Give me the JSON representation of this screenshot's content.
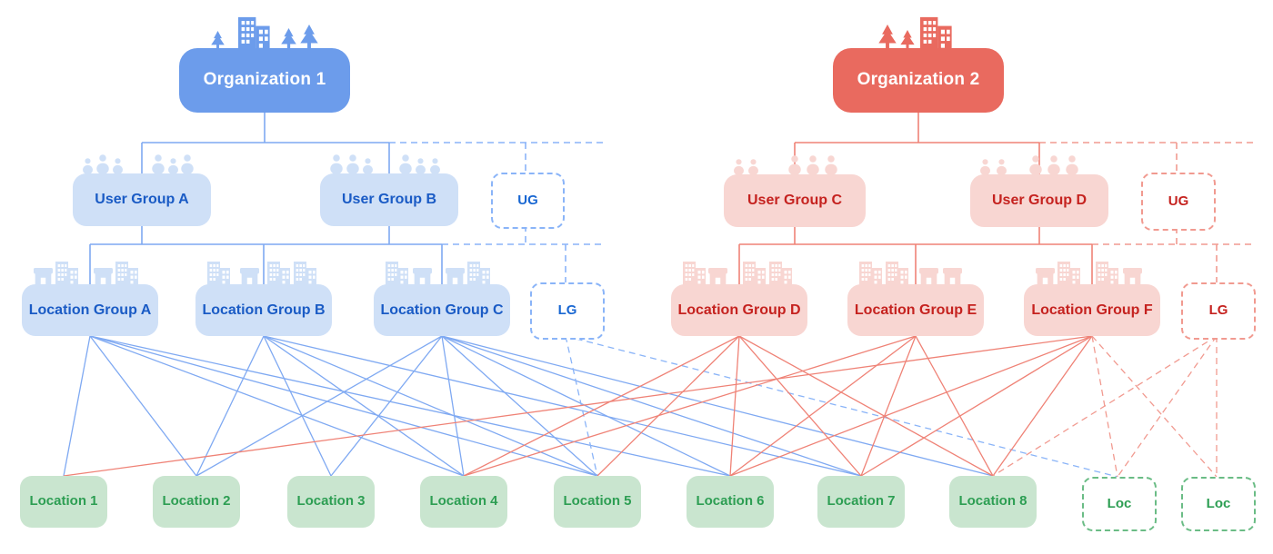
{
  "palette": {
    "org_blue": "#6c9ceb",
    "org_red": "#e96a5f",
    "light_blue_fill": "#cfe0f7",
    "blue_text": "#1a5bc5",
    "light_red_fill": "#f8d6d2",
    "red_text": "#c5221f",
    "green_fill": "#c9e5cf",
    "green_text": "#2d9e53",
    "blue_line": "#7fa9f2",
    "blue_dashed_line": "#8ab4f8",
    "red_line": "#ef8276",
    "red_dashed_line": "#f19a90",
    "green_dashed_border": "#6abc85"
  },
  "icons": {
    "organization": "buildings-and-trees-icon",
    "user_group": "people-group-icon",
    "location_group": "storefront-and-building-icon"
  },
  "organizations": [
    {
      "id": "org_1",
      "label": "Organization 1"
    },
    {
      "id": "org_2",
      "label": "Organization 2"
    }
  ],
  "user_groups": [
    {
      "id": "user_group_a",
      "label": "User Group A",
      "org": "org_1"
    },
    {
      "id": "user_group_b",
      "label": "User Group B",
      "org": "org_1"
    },
    {
      "id": "ug_ghost_blue",
      "label": "UG",
      "org": "org_1",
      "placeholder": true
    },
    {
      "id": "user_group_c",
      "label": "User Group C",
      "org": "org_2"
    },
    {
      "id": "user_group_d",
      "label": "User Group D",
      "org": "org_2"
    },
    {
      "id": "ug_ghost_red",
      "label": "UG",
      "org": "org_2",
      "placeholder": true
    }
  ],
  "location_groups": [
    {
      "id": "location_group_a",
      "label": "Location Group A",
      "org": "org_1"
    },
    {
      "id": "location_group_b",
      "label": "Location Group B",
      "org": "org_1"
    },
    {
      "id": "location_group_c",
      "label": "Location Group C",
      "org": "org_1"
    },
    {
      "id": "lg_ghost_blue",
      "label": "LG",
      "org": "org_1",
      "placeholder": true
    },
    {
      "id": "location_group_d",
      "label": "Location Group D",
      "org": "org_2"
    },
    {
      "id": "location_group_e",
      "label": "Location Group E",
      "org": "org_2"
    },
    {
      "id": "location_group_f",
      "label": "Location Group F",
      "org": "org_2"
    },
    {
      "id": "lg_ghost_red",
      "label": "LG",
      "org": "org_2",
      "placeholder": true
    }
  ],
  "locations": [
    {
      "id": "location_1",
      "label": "Location 1"
    },
    {
      "id": "location_2",
      "label": "Location 2"
    },
    {
      "id": "location_3",
      "label": "Location 3"
    },
    {
      "id": "location_4",
      "label": "Location 4"
    },
    {
      "id": "location_5",
      "label": "Location 5"
    },
    {
      "id": "location_6",
      "label": "Location 6"
    },
    {
      "id": "location_7",
      "label": "Location 7"
    },
    {
      "id": "location_8",
      "label": "Location 8"
    },
    {
      "id": "loc_ghost_1",
      "label": "Loc",
      "placeholder": true
    },
    {
      "id": "loc_ghost_2",
      "label": "Loc",
      "placeholder": true
    }
  ],
  "connections": {
    "blue_solid": [
      [
        "location_group_a",
        "location_1"
      ],
      [
        "location_group_a",
        "location_2"
      ],
      [
        "location_group_a",
        "location_4"
      ],
      [
        "location_group_a",
        "location_5"
      ],
      [
        "location_group_a",
        "location_6"
      ],
      [
        "location_group_b",
        "location_2"
      ],
      [
        "location_group_b",
        "location_3"
      ],
      [
        "location_group_b",
        "location_4"
      ],
      [
        "location_group_b",
        "location_5"
      ],
      [
        "location_group_b",
        "location_7"
      ],
      [
        "location_group_c",
        "location_2"
      ],
      [
        "location_group_c",
        "location_3"
      ],
      [
        "location_group_c",
        "location_4"
      ],
      [
        "location_group_c",
        "location_5"
      ],
      [
        "location_group_c",
        "location_6"
      ],
      [
        "location_group_c",
        "location_7"
      ],
      [
        "location_group_c",
        "location_8"
      ]
    ],
    "blue_dashed": [
      [
        "lg_ghost_blue",
        "location_5"
      ],
      [
        "lg_ghost_blue",
        "loc_ghost_1"
      ]
    ],
    "red_solid": [
      [
        "location_group_d",
        "location_4"
      ],
      [
        "location_group_d",
        "location_5"
      ],
      [
        "location_group_d",
        "location_6"
      ],
      [
        "location_group_d",
        "location_7"
      ],
      [
        "location_group_d",
        "location_8"
      ],
      [
        "location_group_e",
        "location_4"
      ],
      [
        "location_group_e",
        "location_6"
      ],
      [
        "location_group_e",
        "location_7"
      ],
      [
        "location_group_e",
        "location_8"
      ],
      [
        "location_group_f",
        "location_1"
      ],
      [
        "location_group_f",
        "location_6"
      ],
      [
        "location_group_f",
        "location_7"
      ],
      [
        "location_group_f",
        "location_8"
      ]
    ],
    "red_dashed": [
      [
        "location_group_f",
        "loc_ghost_1"
      ],
      [
        "location_group_f",
        "loc_ghost_2"
      ],
      [
        "lg_ghost_red",
        "location_8"
      ],
      [
        "lg_ghost_red",
        "loc_ghost_1"
      ],
      [
        "lg_ghost_red",
        "loc_ghost_2"
      ]
    ]
  }
}
